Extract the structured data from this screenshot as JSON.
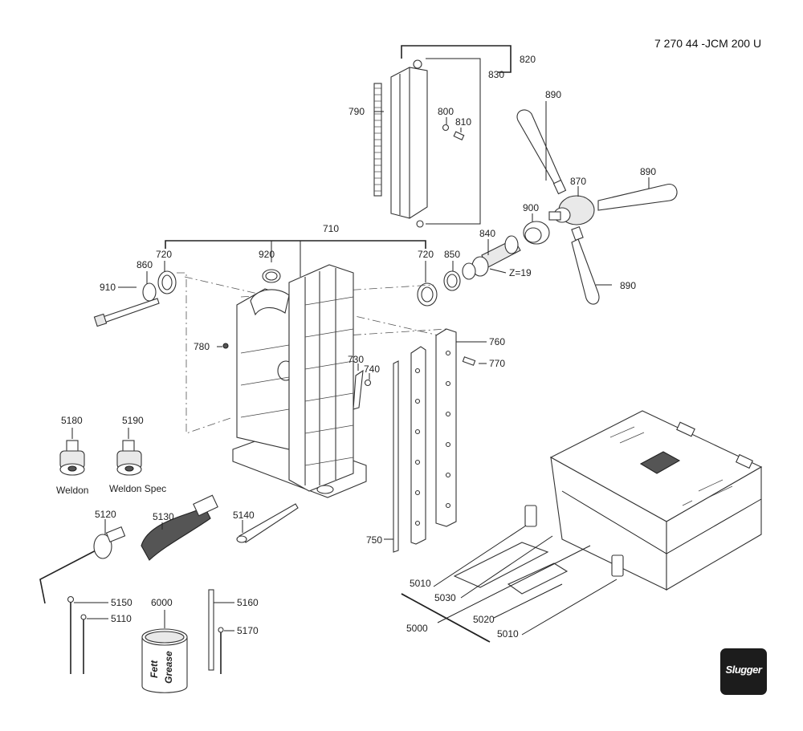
{
  "header": {
    "model_code": "7 270 44 -JCM 200 U"
  },
  "parts": {
    "p820": "820",
    "p830": "830",
    "p790": "790",
    "p800": "800",
    "p810": "810",
    "p890a": "890",
    "p890b": "890",
    "p890c": "890",
    "p870": "870",
    "p900": "900",
    "p840": "840",
    "z19": "Z=19",
    "p850": "850",
    "p720a": "720",
    "p720b": "720",
    "p710": "710",
    "p920": "920",
    "p860": "860",
    "p910": "910",
    "p780": "780",
    "p730": "730",
    "p740": "740",
    "p760": "760",
    "p770": "770",
    "p750": "750",
    "p5180": "5180",
    "p5190": "5190",
    "weldon": "Weldon",
    "weldon_spec": "Weldon Spec",
    "p5120": "5120",
    "p5130": "5130",
    "p5140": "5140",
    "p5150": "5150",
    "p5110": "5110",
    "p6000": "6000",
    "p5160": "5160",
    "p5170": "5170",
    "p5010a": "5010",
    "p5030": "5030",
    "p5000": "5000",
    "p5020": "5020",
    "p5010b": "5010"
  },
  "grease_can": {
    "line1": "Fett",
    "line2": "Grease"
  },
  "brand": {
    "logo_text": "Slugger"
  }
}
